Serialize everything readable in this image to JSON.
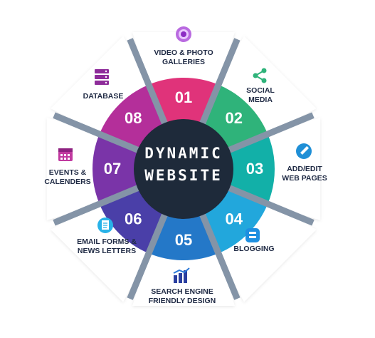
{
  "center": {
    "line1": "DYNAMIC",
    "line2": "WEBSITE"
  },
  "colors": {
    "background_panel": "#ffffff",
    "spoke": "#8494a7",
    "center": "#1e2a3a",
    "text": "#1f2a44"
  },
  "segments": [
    {
      "number": "01",
      "lines": [
        "VIDEO & PHOTO",
        "GALLERIES"
      ],
      "icon": "video-gallery-icon",
      "color": "#e0337a"
    },
    {
      "number": "02",
      "lines": [
        "SOCIAL",
        "MEDIA"
      ],
      "icon": "share-icon",
      "color": "#2fb37a"
    },
    {
      "number": "03",
      "lines": [
        "ADD/EDIT",
        "WEB PAGES"
      ],
      "icon": "edit-pencil-icon",
      "color": "#12b0a8"
    },
    {
      "number": "04",
      "lines": [
        "BLOGGING"
      ],
      "icon": "blog-icon",
      "color": "#22a7dc"
    },
    {
      "number": "05",
      "lines": [
        "SEARCH ENGINE",
        "FRIENDLY DESIGN"
      ],
      "icon": "seo-chart-icon",
      "color": "#2478c8"
    },
    {
      "number": "06",
      "lines": [
        "EMAIL FORMS &",
        "NEWS LETTERS"
      ],
      "icon": "email-form-icon",
      "color": "#4a3fa8"
    },
    {
      "number": "07",
      "lines": [
        "EVENTS &",
        "CALENDERS"
      ],
      "icon": "calendar-icon",
      "color": "#7a34a8"
    },
    {
      "number": "08",
      "lines": [
        "DATABASE"
      ],
      "icon": "database-icon",
      "color": "#b42f9a"
    }
  ]
}
